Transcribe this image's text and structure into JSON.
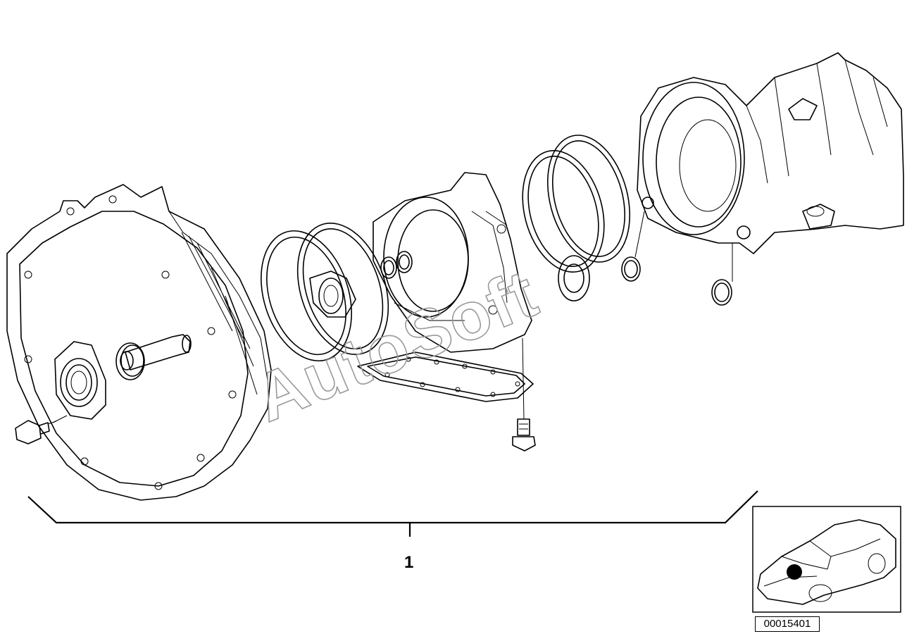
{
  "diagram": {
    "callout_label": "1",
    "watermark": "AutoSoft",
    "reference_code": "00015401"
  }
}
